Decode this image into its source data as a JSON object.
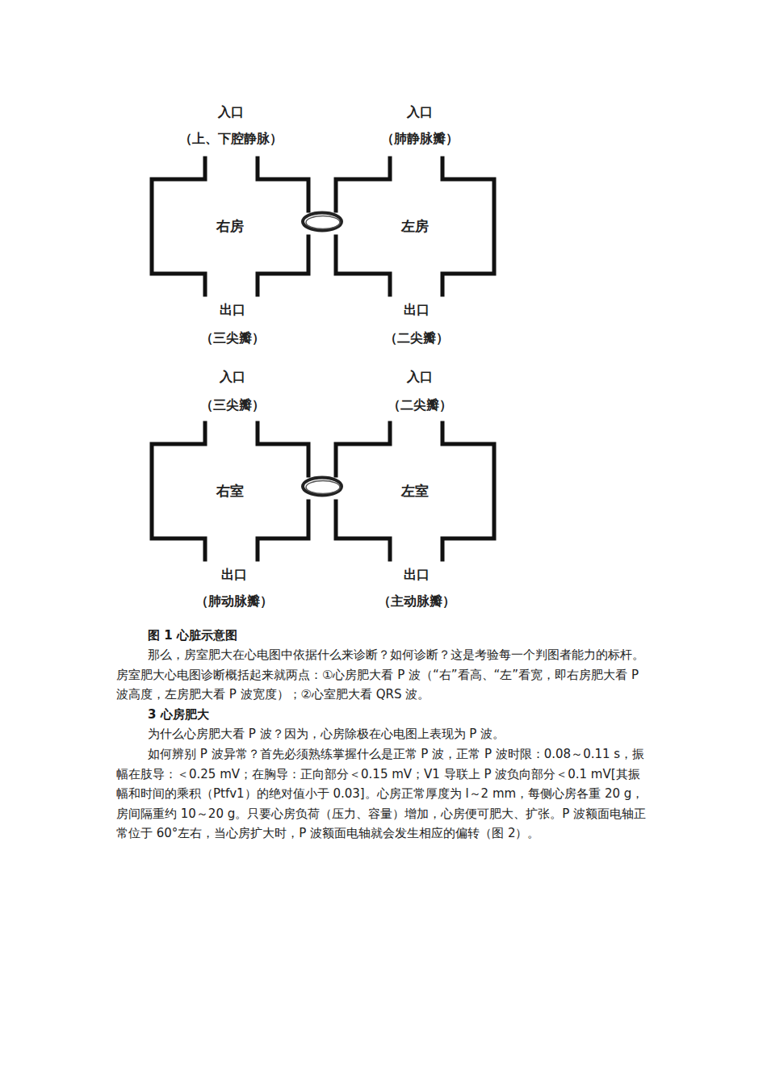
{
  "diagram": {
    "caption": "图 1 心脏示意图",
    "nodes": [
      {
        "text": [
          "右房"
        ]
      },
      {
        "text": [
          "左房"
        ]
      },
      {
        "text": [
          "右室"
        ]
      },
      {
        "text": [
          "左室"
        ]
      }
    ],
    "edges": [
      {
        "from": 0,
        "to": 1,
        "arrow": "none"
      },
      {
        "from": 2,
        "to": 3,
        "arrow": "none"
      }
    ],
    "labels": [
      "入口",
      "（上、下腔静脉）",
      "入口",
      "（肺静脉瓣）",
      "出口",
      "（三尖瓣）",
      "出口",
      "（二尖瓣）",
      "入口",
      "（三尖瓣）",
      "入口",
      "（二尖瓣）",
      "出口",
      "（肺动脉瓣）",
      "出口",
      "（主动脉瓣）",
      "那么，房室肥大在心电图中依据什么来诊断？如何诊断？这是考验每一个判图者能力的标杆。房室肥大心电图诊断概括起来就两点：①心房肥大看 P 波（“右”看高、“左”看宽，即右房肥大看 P 波高度，左房肥大看 P 波宽度）；②心室肥大看 QRS 波。",
      "3 心房肥大",
      "为什么心房肥大看 P 波？因为，心房除极在心电图上表现为 P 波。",
      "如何辨别 P 波异常？首先必须熟练掌握什么是正常 P 波，正常 P 波时限：0.08～0.11 s，振幅在肢导：＜0.25 mV；在胸导：正向部分＜0.15 mV；V1 导联上 P 波负向部分＜0.1 mV[其振幅和时间的乘积（Ptfv1）的绝对值小于 0.03]。心房正常厚度为 l～2 mm，每侧心房各重 20 g，房间隔重约 10～20 g。只要心房负荷（压力、容量）增加，心房便可肥大、扩张。P 波额面电轴正常位于 60°左右，当心房扩大时，P 波额面电轴就会发生相应的偏转（图 2）。"
    ]
  }
}
